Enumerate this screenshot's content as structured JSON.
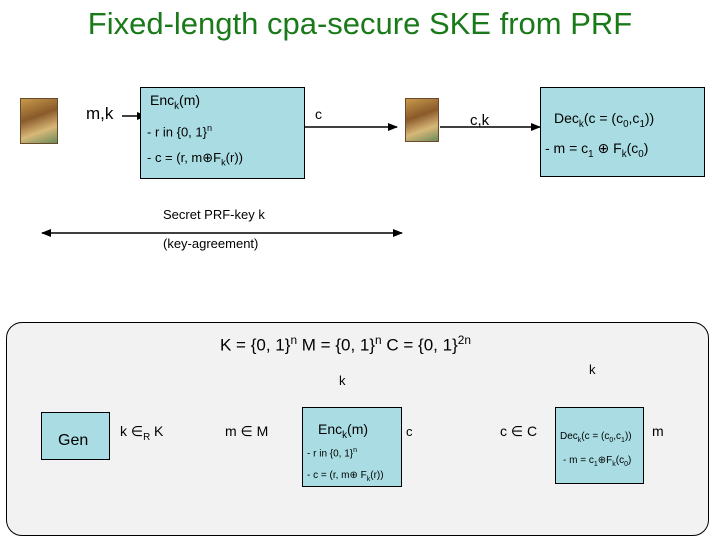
{
  "title": "Fixed-length cpa-secure SKE from PRF",
  "top": {
    "sender_label": "m,k",
    "enc_title": "Enc",
    "enc_title_sub": "k",
    "enc_title_rest": "(m)",
    "enc_step1": "- r in {0, 1}",
    "enc_step1_sup": "n",
    "enc_step2_pre": "- c = (r, m",
    "enc_step2_xor": "⊕",
    "enc_step2_F": "F",
    "enc_step2_sub": "k",
    "enc_step2_post": "(r))",
    "c_label": "c",
    "ck_label": "c,k",
    "dec_title_pre": "Dec",
    "dec_title_sub": "k",
    "dec_title_mid": "(c = (c",
    "dec_title_sub0": "0",
    "dec_title_comma": ",c",
    "dec_title_sub1": "1",
    "dec_title_end": "))",
    "dec_step_pre": "- m = c",
    "dec_step_sub1": "1",
    "dec_step_mid": " ⊕ F",
    "dec_step_subk": "k",
    "dec_step_paren": "(c",
    "dec_step_sub0": "0",
    "dec_step_end": ")",
    "key_label1": "Secret PRF-key k",
    "key_label2": "(key-agreement)"
  },
  "panel": {
    "sets_pre": "K = {0, 1}",
    "sets_n1": "n",
    "sets_M": "  M = {0, 1}",
    "sets_n2": "n",
    "sets_C": "  C = {0, 1}",
    "sets_2n": "2n",
    "gen_label": "Gen",
    "k_in_K": "k ∈",
    "k_in_K_sub": "R",
    "k_in_K_end": " K",
    "m_in_M": "m ∈ M",
    "k_label_enc": "k",
    "enc_title": "Enc",
    "enc_title_sub": "k",
    "enc_title_rest": "(m)",
    "enc_step1": "- r in {0, 1}",
    "enc_step1_sup": "n",
    "enc_step2": "- c = (r, m⊕ F",
    "enc_step2_sub": "k",
    "enc_step2_end": "(r))",
    "c_label": "c",
    "c_in_C": "c ∈ C",
    "k_label_dec": "k",
    "dec_title": "Dec",
    "dec_title_sub": "k",
    "dec_title_rest": "(c = (c",
    "dec_sub0": "0",
    "dec_comma": ",c",
    "dec_sub1": "1",
    "dec_end": "))",
    "dec_step_pre": "- m = c",
    "dec_step_sub1": "1",
    "dec_step_mid": "⊕F",
    "dec_step_subk": "k",
    "dec_step_paren": "(c",
    "dec_step_sub0": "0",
    "dec_step_end": ")",
    "m_out": "m"
  }
}
